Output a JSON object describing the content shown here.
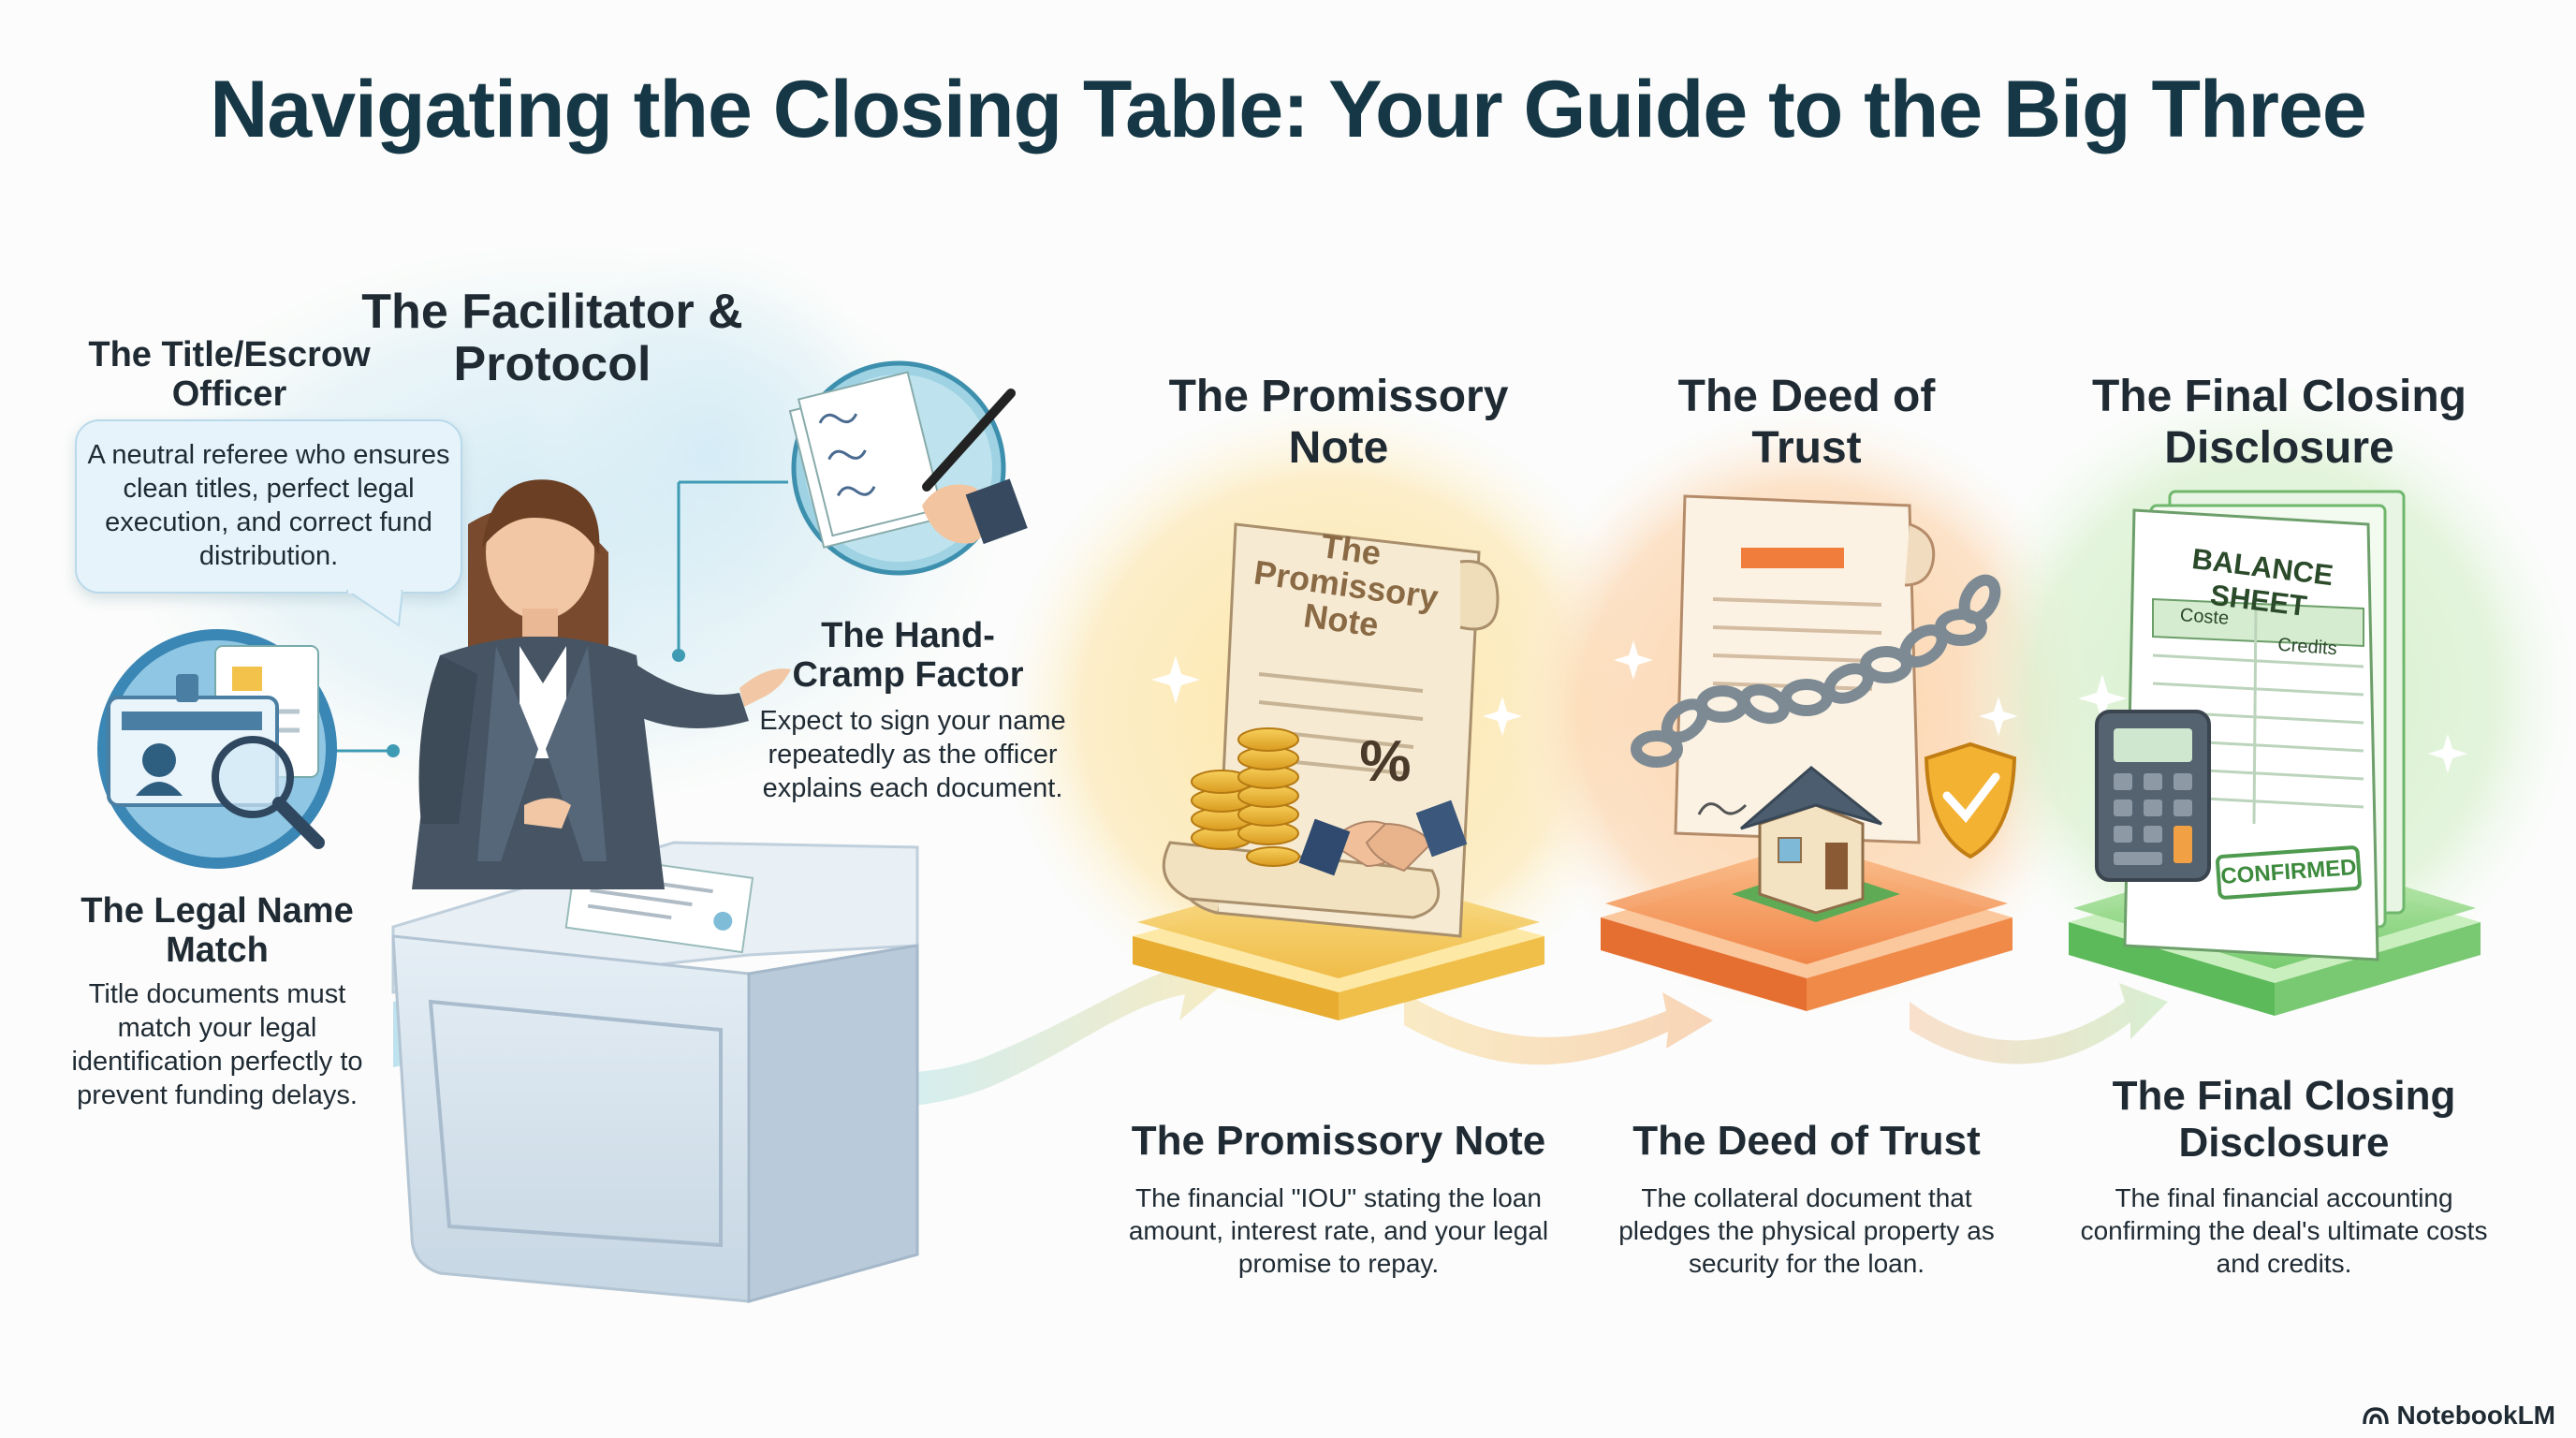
{
  "title": "Navigating the Closing Table: Your Guide to the Big Three",
  "facilitator": {
    "heading": "The Facilitator & Protocol",
    "officer_heading": "The Title/Escrow Officer",
    "officer_text": "A neutral referee who ensures clean titles, perfect legal execution, and correct fund distribution.",
    "legal_heading": "The Legal Name Match",
    "legal_text": "Title documents must match your legal identification perfectly to prevent funding delays.",
    "cramp_heading": "The Hand-Cramp Factor",
    "cramp_text": "Expect to sign your name repeatedly as the officer explains each document."
  },
  "documents": [
    {
      "top_heading": "The Promissory Note",
      "scroll_label": "The Promissory Note",
      "bottom_heading": "The Promissory Note",
      "description": "The financial \"IOU\" stating the loan amount, interest rate, and your legal promise to repay.",
      "color": "#f3c24a"
    },
    {
      "top_heading": "The Deed of Trust",
      "bottom_heading": "The Deed of Trust",
      "description": "The collateral document that pledges the physical property as security for the loan.",
      "color": "#f0874a"
    },
    {
      "top_heading": "The Final Closing Disclosure",
      "sheet_title": "BALANCE SHEET",
      "col_left": "Coste",
      "col_right": "Credits",
      "stamp": "CONFIRMED",
      "bottom_heading": "The Final Closing Disclosure",
      "description": "The final financial accounting confirming the deal's ultimate costs and credits.",
      "color": "#7fcf7a"
    }
  ],
  "symbols": {
    "percent": "%"
  },
  "icons": [
    "officer-illustration",
    "signing-icon",
    "id-card-magnifier-icon",
    "scroll-icon",
    "coins-icon",
    "handshake-icon",
    "chain-icon",
    "house-icon",
    "shield-check-icon",
    "balance-sheet-icon",
    "calculator-icon",
    "flow-arrow"
  ],
  "brand": {
    "name": "NotebookLM"
  }
}
